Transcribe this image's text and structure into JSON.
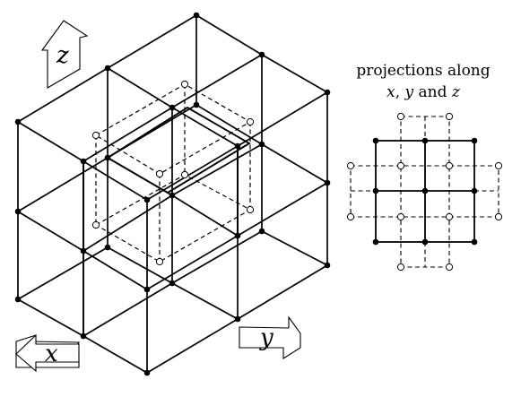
{
  "caption": {
    "line1": "projections along",
    "line2_x": "x",
    "line2_sep": ", ",
    "line2_y": "y",
    "line2_and": " and ",
    "line2_z": "z"
  },
  "axes": {
    "z": "z",
    "x": "x",
    "y": "y"
  },
  "colors": {
    "ink": "#000000",
    "open_node_fill": "#ffffff"
  },
  "lattice": {
    "solid_node_style": "filled",
    "dashed_node_style": "open"
  }
}
